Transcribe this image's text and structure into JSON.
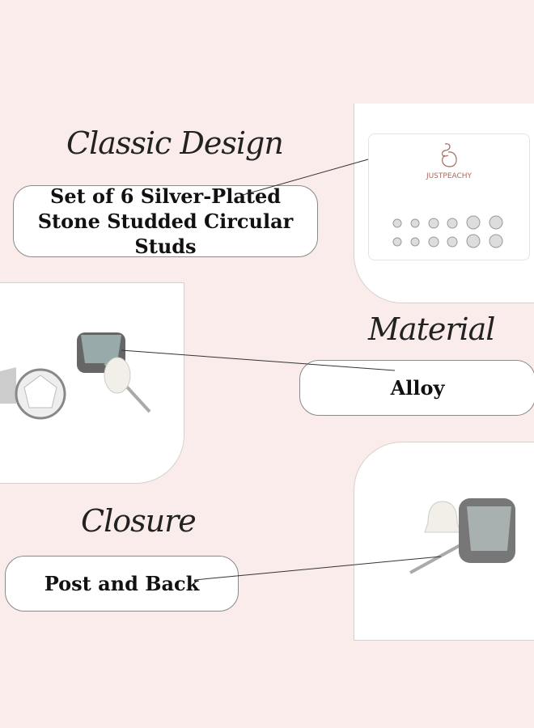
{
  "sections": [
    {
      "heading": "Classic Design",
      "value_line1": "Set of 6 Silver-Plated",
      "value_line2": "Stone Studded Circular Studs"
    },
    {
      "heading": "Material",
      "value": "Alloy"
    },
    {
      "heading": "Closure",
      "value": "Post and Back"
    }
  ],
  "brand": "JUSTPEACHY",
  "colors": {
    "background": "#f9ecea",
    "brand": "#a86a5e"
  }
}
